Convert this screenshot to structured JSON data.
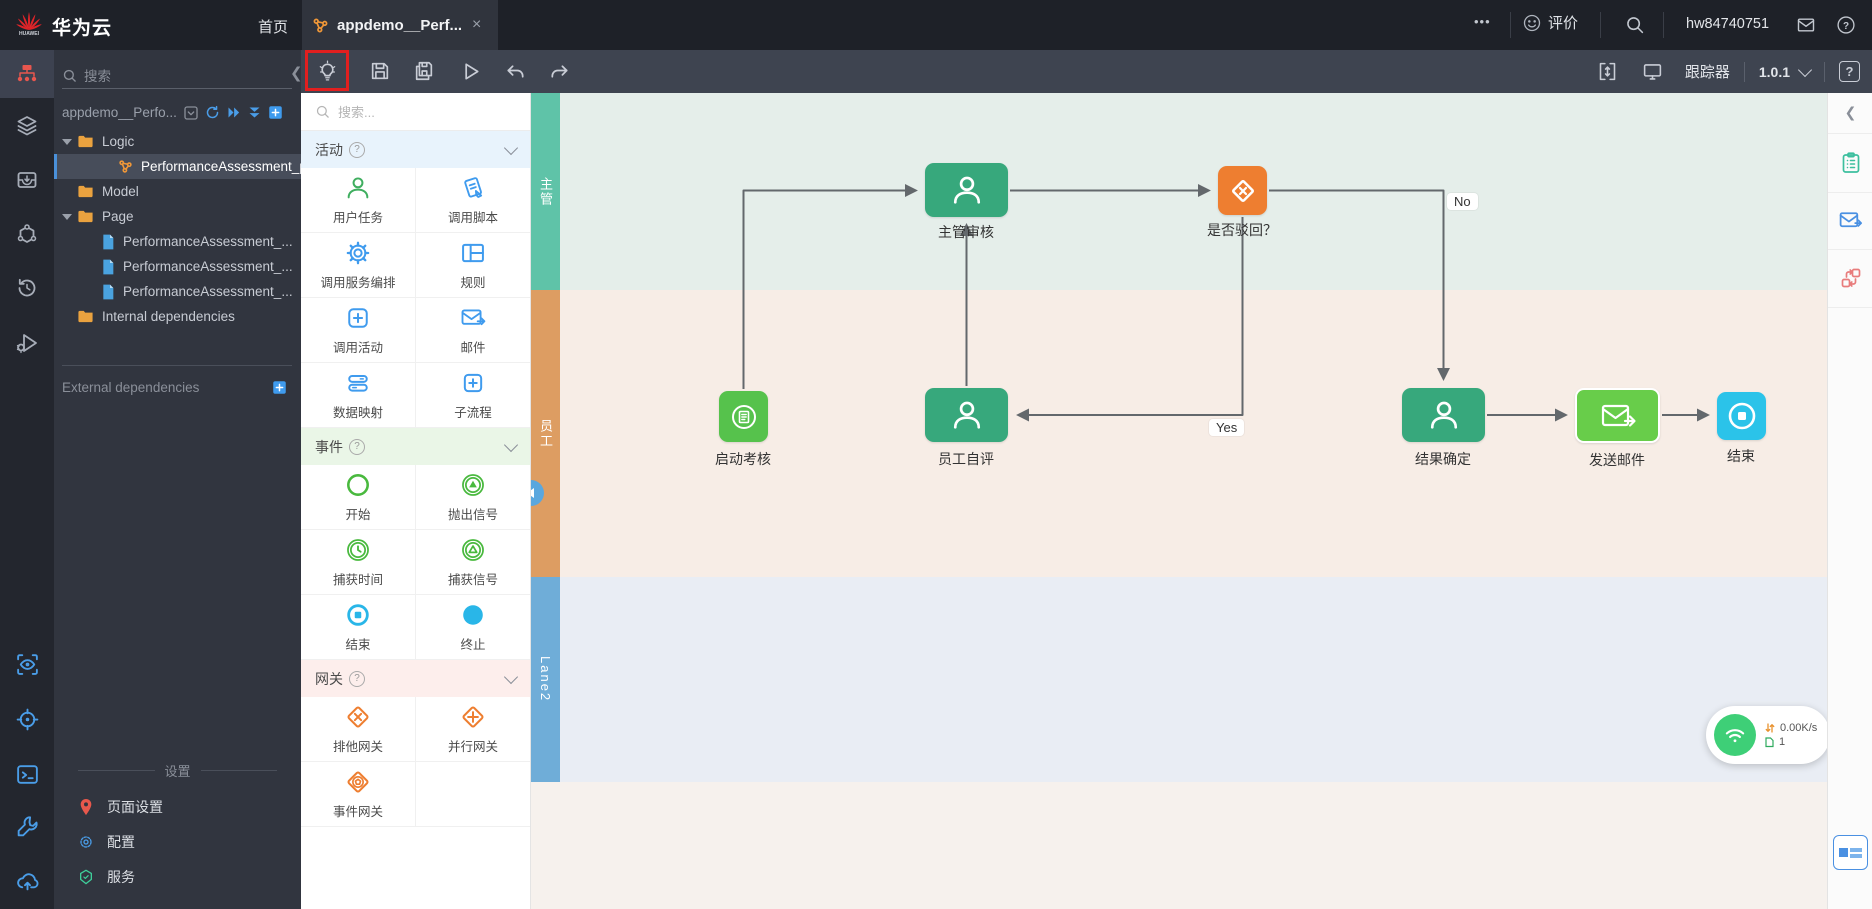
{
  "top_bar": {
    "brand": "华为云",
    "home": "首页",
    "tab_title": "appdemo__Perf...",
    "close": "×",
    "more": "•••",
    "feedback": "评价",
    "username": "hw84740751",
    "help": "?"
  },
  "sub_toolbar": {
    "tracker": "跟踪器",
    "version": "1.0.1",
    "help": "?"
  },
  "tree": {
    "search_placeholder": "搜索",
    "root_label": "appdemo__Perfo...",
    "logic_folder": "Logic",
    "logic_item": "PerformanceAssessment_pe",
    "model_folder": "Model",
    "page_folder": "Page",
    "page_items": [
      "PerformanceAssessment_...",
      "PerformanceAssessment_...",
      "PerformanceAssessment_..."
    ],
    "internal_folder": "Internal dependencies",
    "external_label": "External dependencies",
    "settings_label": "设置",
    "settings_items": [
      "页面设置",
      "配置",
      "服务"
    ]
  },
  "palette": {
    "search_placeholder": "搜索...",
    "help_glyph": "?",
    "sections": [
      {
        "title": "活动",
        "items": [
          {
            "label": "用户任务"
          },
          {
            "label": "调用脚本"
          },
          {
            "label": "调用服务编排"
          },
          {
            "label": "规则"
          },
          {
            "label": "调用活动"
          },
          {
            "label": "邮件"
          },
          {
            "label": "数据映射"
          },
          {
            "label": "子流程"
          }
        ]
      },
      {
        "title": "事件",
        "items": [
          {
            "label": "开始"
          },
          {
            "label": "抛出信号"
          },
          {
            "label": "捕获时间"
          },
          {
            "label": "捕获信号"
          },
          {
            "label": "结束"
          },
          {
            "label": "终止"
          }
        ]
      },
      {
        "title": "网关",
        "items": [
          {
            "label": "排他网关"
          },
          {
            "label": "并行网关"
          },
          {
            "label": "事件网关"
          }
        ]
      }
    ]
  },
  "canvas": {
    "lanes": [
      "主管",
      "员工",
      "Lane2"
    ],
    "nodes": {
      "start": "启动考核",
      "review": "主管审核",
      "gateway": "是否驳回？",
      "self_eval": "员工自评",
      "result": "结果确定",
      "send_mail": "发送邮件",
      "end": "结束"
    },
    "edge_labels": {
      "yes": "Yes",
      "no": "No"
    }
  },
  "net_widget": {
    "speed": "0.00K/s",
    "count": "1"
  },
  "colors": {
    "lane_supervisor": "#5fc3a8",
    "lane_employee": "#dd9d62",
    "lane_lane2": "#6fadd8",
    "band1": "#e5eeea",
    "band2": "#f7ede6",
    "band3": "#e9edf4",
    "band4": "#f6f1ed",
    "user_task": "#37a87c",
    "start_node": "#56c24c",
    "mail_node": "#68cd4a",
    "end_node": "#2bc3e9",
    "gateway_node": "#ee7e30",
    "edge": "#63686c",
    "accent_blue": "#3f9bee",
    "highlight_red": "#e11f1f"
  }
}
